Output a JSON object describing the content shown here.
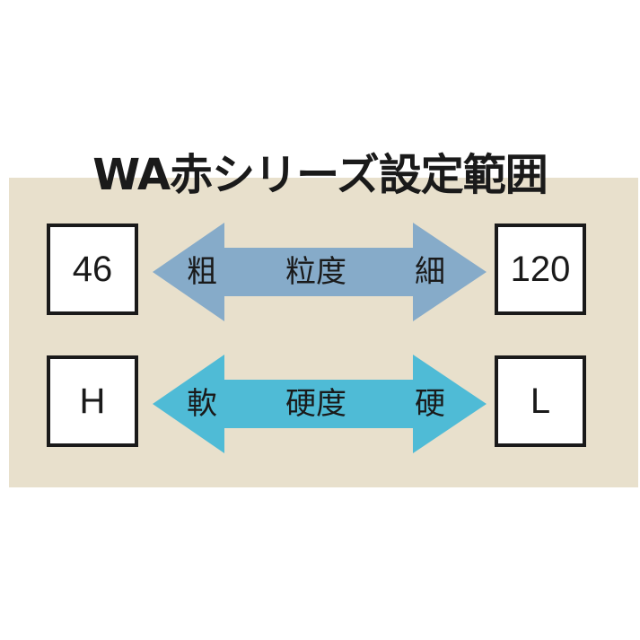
{
  "title": "WA赤シリーズ設定範囲",
  "colors": {
    "panel_bg": "#e8e0cc",
    "grain_arrow": "#86abc9",
    "hardness_arrow": "#4fbbd6",
    "box_border": "#1a1a1a"
  },
  "rows": [
    {
      "name": "grain",
      "left_value": "46",
      "right_value": "120",
      "left_label": "粗",
      "center_label": "粒度",
      "right_label": "細"
    },
    {
      "name": "hardness",
      "left_value": "H",
      "right_value": "L",
      "left_label": "軟",
      "center_label": "硬度",
      "right_label": "硬"
    }
  ]
}
